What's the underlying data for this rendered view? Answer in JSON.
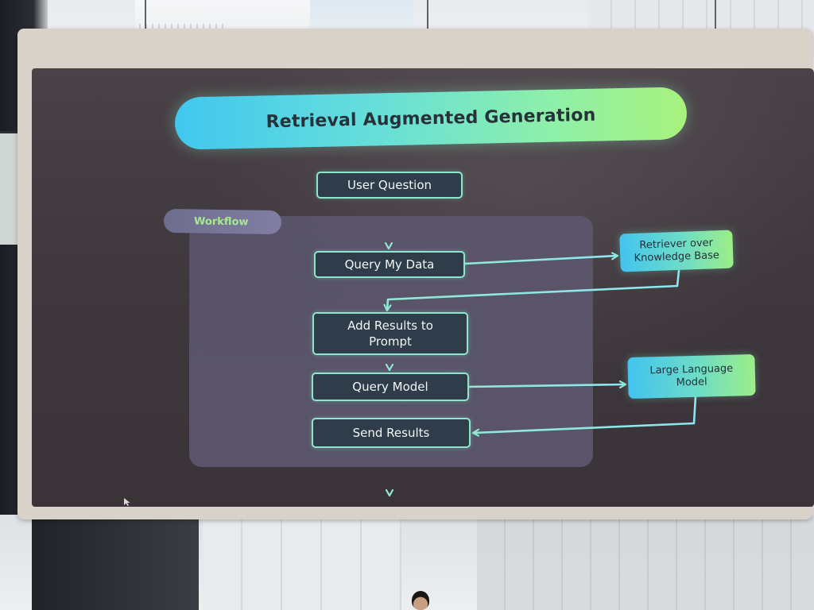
{
  "slide": {
    "title": "Retrieval Augmented Generation",
    "workflow_label": "Workflow"
  },
  "flow": {
    "steps": [
      {
        "id": "user_question",
        "label": "User Question"
      },
      {
        "id": "query_my_data",
        "label": "Query My Data"
      },
      {
        "id": "add_results",
        "label": "Add Results to Prompt"
      },
      {
        "id": "query_model",
        "label": "Query Model"
      },
      {
        "id": "send_results",
        "label": "Send Results"
      }
    ],
    "side_nodes": [
      {
        "id": "retriever",
        "label": "Retriever over Knowledge Base"
      },
      {
        "id": "llm",
        "label": "Large Language Model"
      }
    ]
  },
  "colors": {
    "screen_background": "#3e373c",
    "box_border": "#8fe5c9",
    "banner_start": "#41c7f0",
    "banner_end": "#a7f27c",
    "workflow_text": "#a6e98f"
  }
}
